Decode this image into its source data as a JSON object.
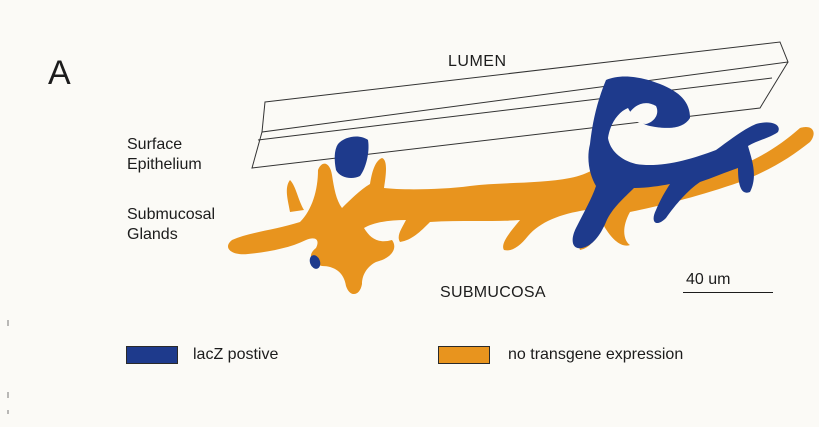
{
  "panel_label": "A",
  "labels": {
    "lumen": "LUMEN",
    "surface_epithelium": "Surface Epithelium",
    "submucosal_glands": "Submucosal Glands",
    "submucosa": "SUBMUCOSA",
    "scale": "40 um"
  },
  "legend": [
    {
      "label": "lacZ postive",
      "color": "#1e3a8c"
    },
    {
      "label": "no transgene expression",
      "color": "#e8941e"
    }
  ],
  "colors": {
    "lacz_positive": "#1e3a8c",
    "no_expression": "#e8941e",
    "epithelium_outline": "#333333"
  }
}
